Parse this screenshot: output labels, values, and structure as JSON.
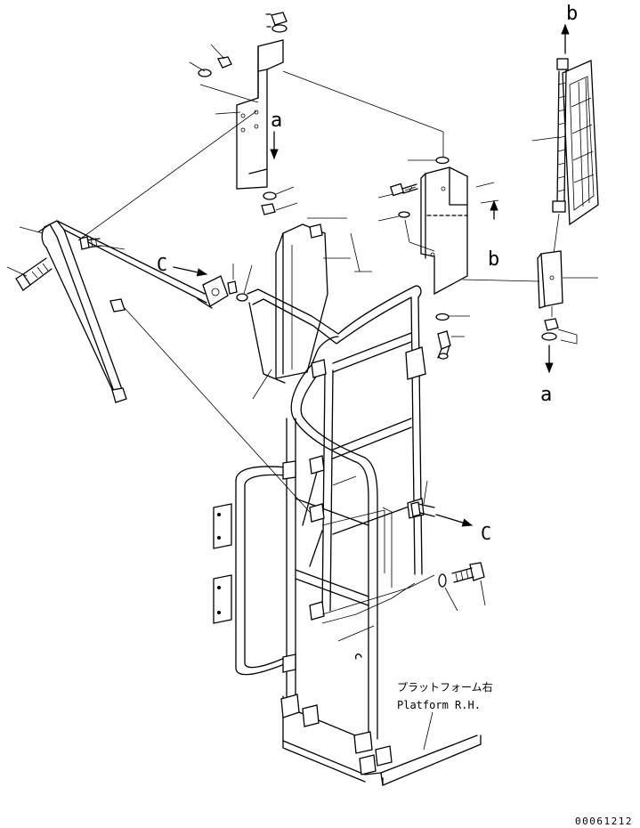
{
  "callouts": {
    "a_top": "a",
    "a_bottom": "a",
    "b_top": "b",
    "b_mid": "b",
    "c_left": "C",
    "c_right": "C"
  },
  "platform_note": {
    "jp": "プラットフォーム右",
    "en": "Platform R.H."
  },
  "drawing_number": "00061212",
  "icons": {
    "arrow": "arrow-icon"
  }
}
